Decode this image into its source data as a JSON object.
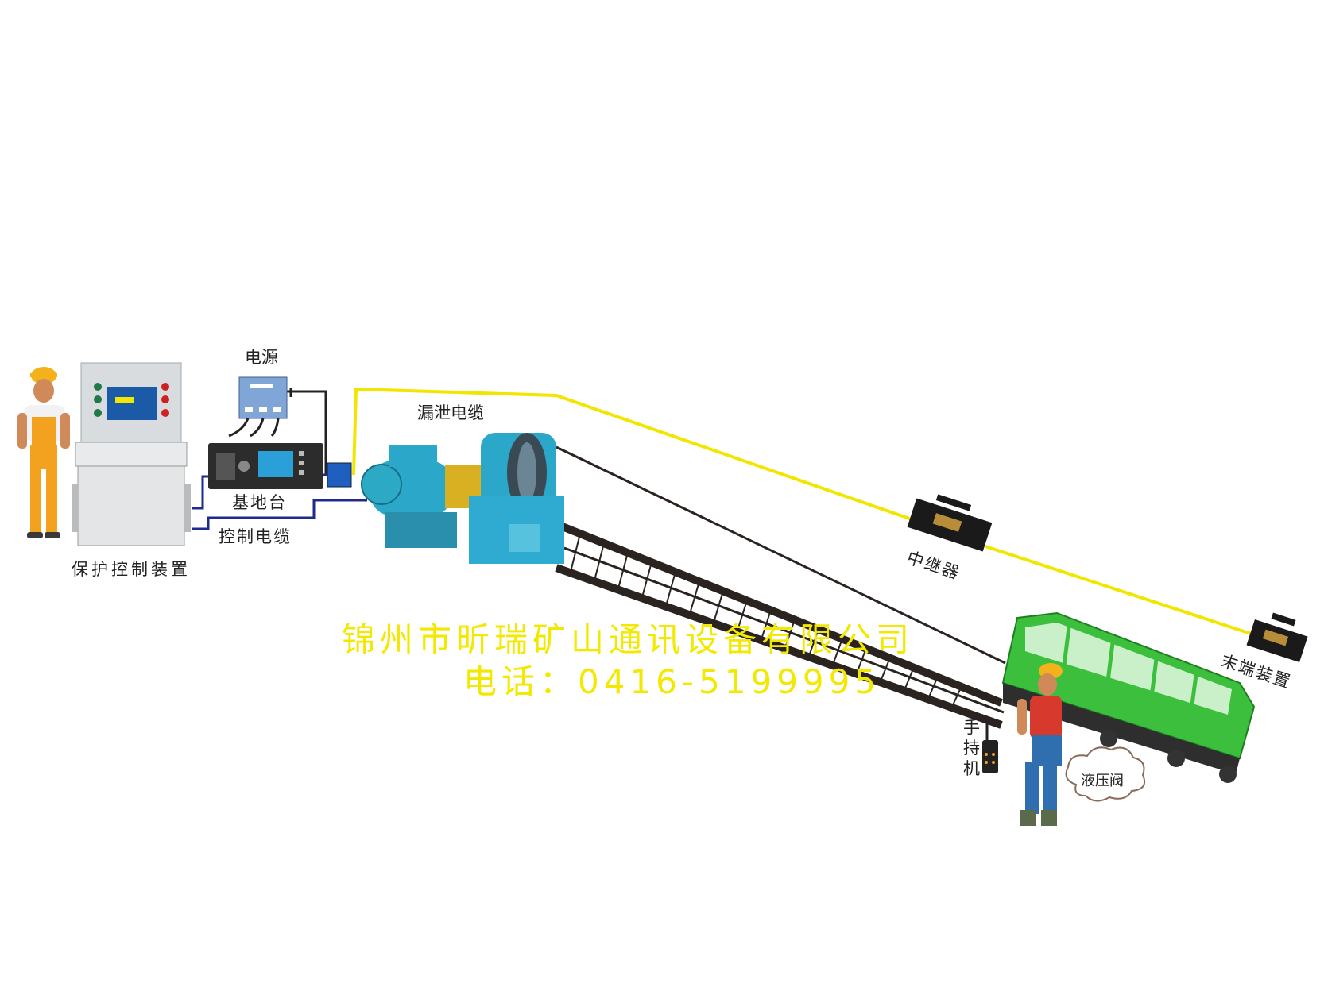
{
  "labels": {
    "protection_device": "保护控制装置",
    "power_supply": "电源",
    "base_station": "基地台",
    "control_cable": "控制电缆",
    "leaky_cable": "漏泄电缆",
    "repeater": "中继器",
    "terminal_device": "末端装置",
    "handheld": "手持机",
    "hydraulic_valve": "液压阀"
  },
  "watermark": {
    "company": "锦州市昕瑞矿山通讯设备有限公司",
    "phone": "电话：0416-5199995"
  },
  "colors": {
    "leaky_cable": "#f2e600",
    "control_cable": "#1e2a8c",
    "winch": "#2aa7c9",
    "car": "#3cbf3c",
    "rail": "#2a2320",
    "worker_suit": "#f2a21e",
    "operator_shirt": "#d73a2c",
    "operator_pants": "#2f6fb0",
    "watermark": "#f3e900"
  },
  "icons": [
    "worker-figure-icon",
    "control-cabinet-icon",
    "power-box-icon",
    "base-station-icon",
    "winch-motor-icon",
    "repeater-box-icon",
    "terminal-box-icon",
    "mine-car-icon",
    "operator-figure-icon",
    "radio-icon",
    "cloud-bubble-icon"
  ]
}
